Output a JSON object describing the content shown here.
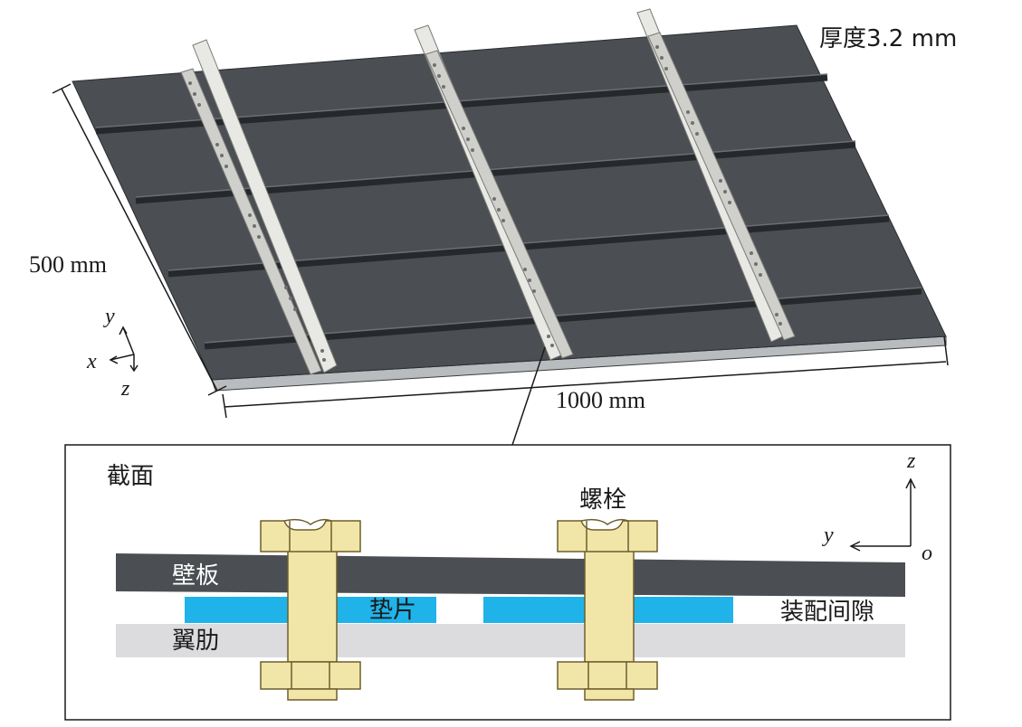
{
  "top_view": {
    "thickness_label": "厚度3.2 mm",
    "width_label": "500 mm",
    "length_label": "1000 mm",
    "axes": {
      "x": "x",
      "y": "y",
      "z": "z"
    }
  },
  "section_view": {
    "title": "截面",
    "bolt_label": "螺栓",
    "panel_label": "壁板",
    "shim_label": "垫片",
    "gap_label": "装配间隙",
    "rib_flange_label": "翼肋",
    "axes": {
      "z": "z",
      "y": "y",
      "origin": "o"
    }
  },
  "colors": {
    "panel": "#4b4f53",
    "stringer": "#2f3337",
    "rib": "#e8e8e4",
    "shim": "#1fb3ea",
    "rib_flange": "#dcdcdf",
    "bolt_fill": "#f1e6a8",
    "bolt_outline": "#6d5f2c",
    "line": "#1a1a1a"
  }
}
